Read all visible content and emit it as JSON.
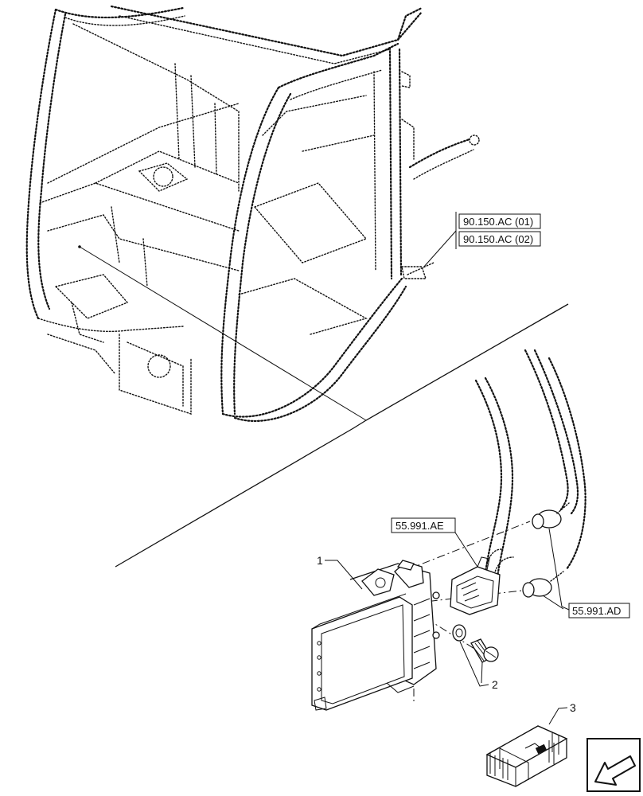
{
  "references": {
    "ac01": "90.150.AC (01)",
    "ac02": "90.150.AC (02)",
    "ae": "55.991.AE",
    "ad": "55.991.AD"
  },
  "items": {
    "item1": "1",
    "item2": "2",
    "item3": "3"
  },
  "icons": {
    "nav": "arrow-down-left-icon",
    "kit": "kit-crate-icon"
  }
}
